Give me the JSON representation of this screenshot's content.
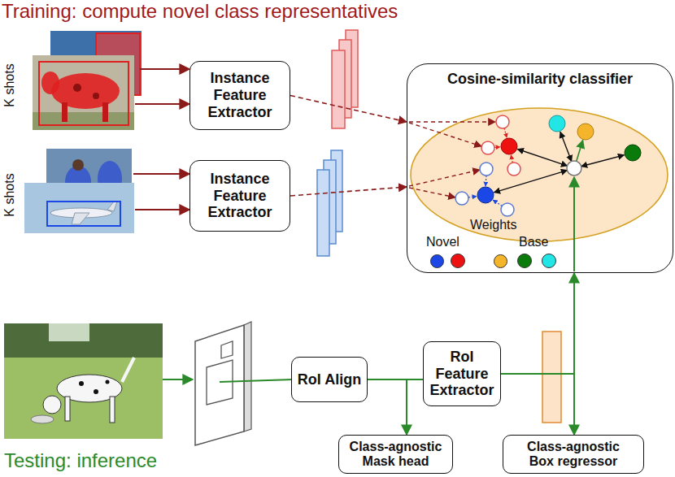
{
  "diagram": {
    "nodes": [
      {
        "text": [
          "Instance Feature Extractor"
        ]
      },
      {
        "text": [
          "Instance Feature Extractor"
        ]
      },
      {
        "text": [
          "Cosine-similarity classifier"
        ]
      },
      {
        "text": [
          "RoI Align"
        ]
      },
      {
        "text": [
          "RoI Feature Extractor"
        ]
      },
      {
        "text": [
          "Class-agnostic Mask head"
        ]
      },
      {
        "text": [
          "Class-agnostic Box regressor"
        ]
      }
    ],
    "edges": [
      {
        "from": 0,
        "to": 2,
        "arrow": "to"
      },
      {
        "from": 1,
        "to": 2,
        "arrow": "to"
      },
      {
        "from": 3,
        "to": 4,
        "arrow": "none"
      },
      {
        "from": 3,
        "to": 5,
        "arrow": "to"
      },
      {
        "from": 4,
        "to": 6,
        "arrow": "to"
      },
      {
        "from": 4,
        "to": 2,
        "arrow": "to"
      }
    ],
    "labels": [
      "Training: compute novel class representatives",
      "K shots",
      "K shots",
      "Weights",
      "Testing: inference"
    ],
    "legend": [
      {
        "text": "Novel",
        "color": "#1a47e6"
      },
      {
        "text": "Base",
        "color": "#f5b52a"
      }
    ]
  }
}
